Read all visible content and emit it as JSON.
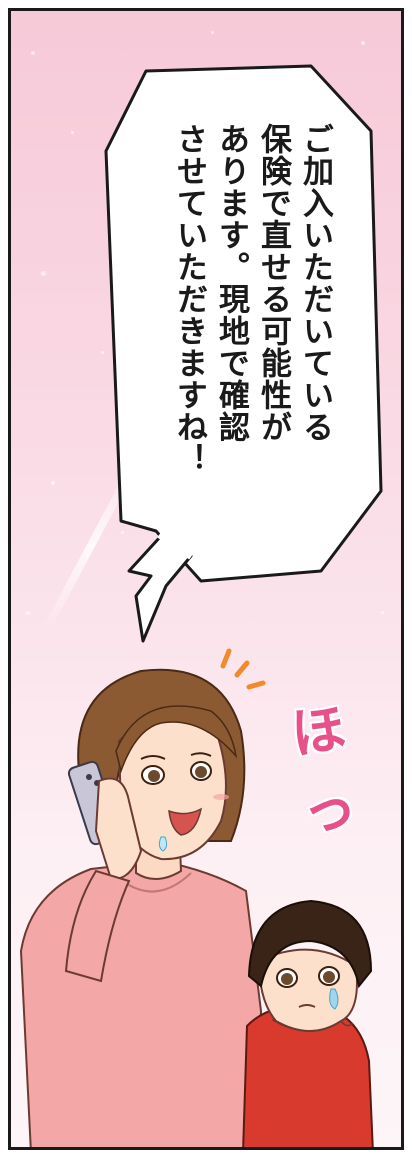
{
  "speech_bubble": {
    "text": "ご加入いただいている\n保険で直せる可能性が\nあります。現地で確認\nさせていただきますね！"
  },
  "sound_effect": {
    "text": "ほっ",
    "color": "#e8508a"
  },
  "background": {
    "colors": [
      "#f7c9d8",
      "#fdf5f8"
    ]
  },
  "characters": [
    "mother-on-phone",
    "child-crying"
  ]
}
